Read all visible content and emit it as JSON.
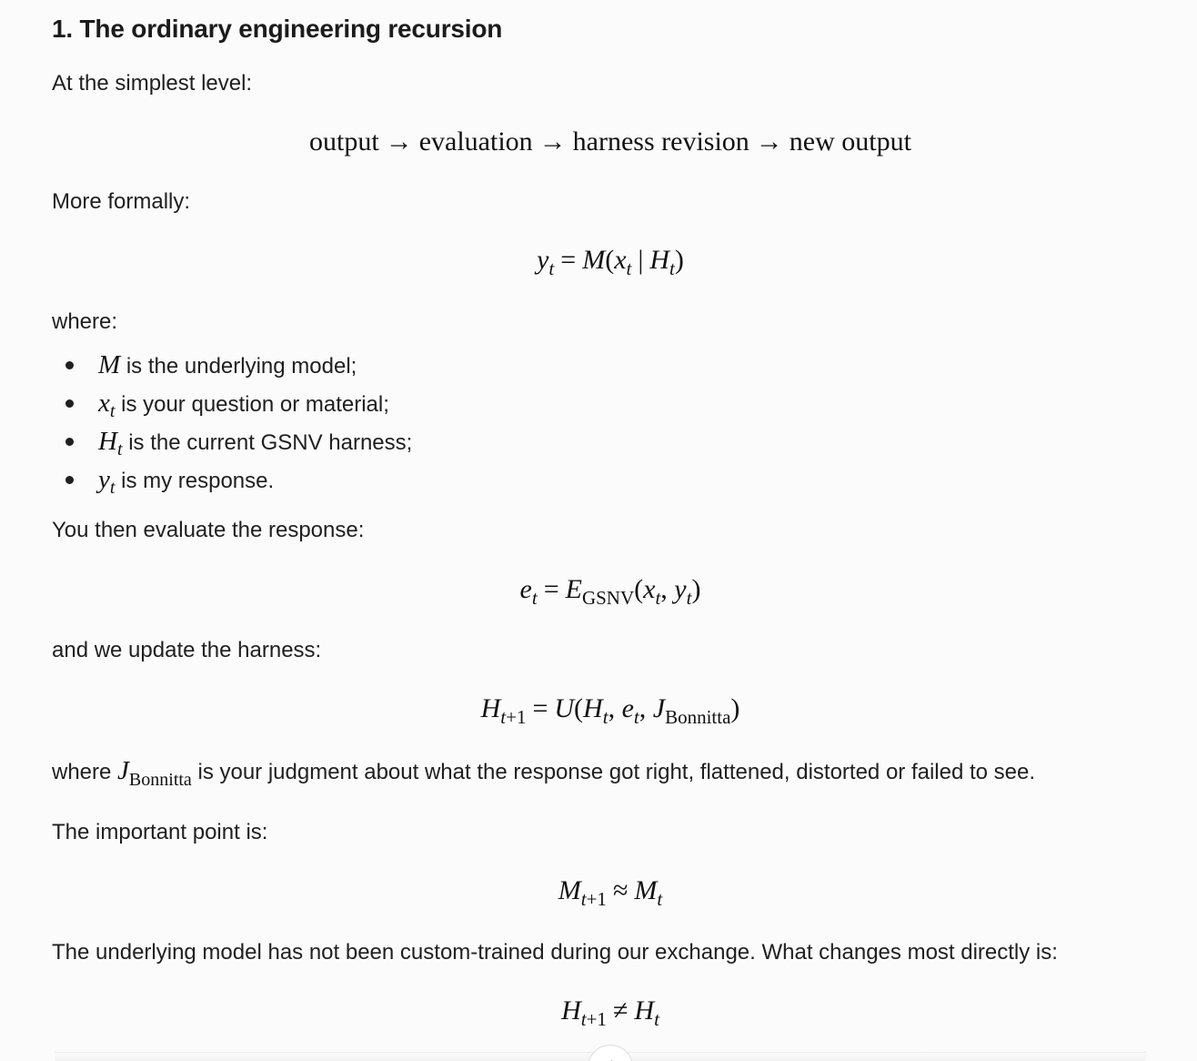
{
  "section": {
    "heading": "1. The ordinary engineering recursion"
  },
  "text": {
    "intro": "At the simplest level:",
    "more_formally": "More formally:",
    "where": "where:",
    "then_evaluate": "You then evaluate the response:",
    "update": "and we update the harness:",
    "where_j_before": "where ",
    "where_j_after": " is your judgment about what the response got right, flattened, distorted or failed to see.",
    "important": "The important point is:",
    "not_trained": "The underlying model has not been custom-trained during our exchange. What changes most directly is:"
  },
  "pipeline": {
    "steps": [
      "output",
      "evaluation",
      "harness revision",
      "new output"
    ],
    "arrow": "→"
  },
  "bullets": [
    {
      "sym": "M",
      "sub": "",
      "text": "is the underlying model;"
    },
    {
      "sym": "x",
      "sub": "t",
      "text": "is your question or material;"
    },
    {
      "sym": "H",
      "sub": "t",
      "text": "is the current GSNV harness;"
    },
    {
      "sym": "y",
      "sub": "t",
      "text": "is my response."
    }
  ],
  "inline": {
    "j_sym": "J",
    "j_sub": "Bonnitta"
  },
  "equations": {
    "model": "y_t = M(x_t | H_t)",
    "evaluation": "e_t = E_GSNV(x_t, y_t)",
    "update": "H_{t+1} = U(H_t, e_t, J_Bonnitta)",
    "model_stable": "M_{t+1} ≈ M_t",
    "harness_changes": "H_{t+1} ≠ H_t"
  }
}
